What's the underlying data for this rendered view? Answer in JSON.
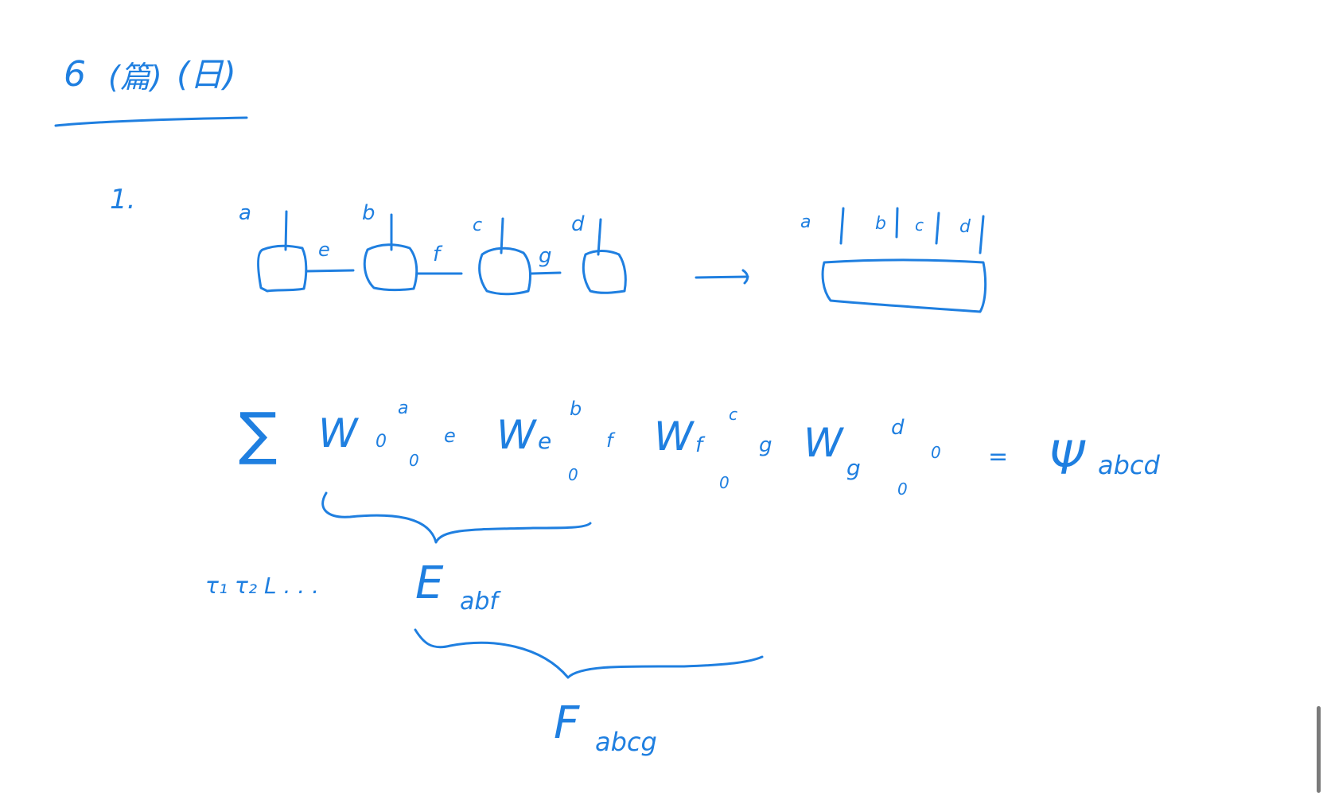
{
  "canvas": {
    "background": "#ffffff",
    "ink_color": "#1f7fe0"
  },
  "title": {
    "number": "6",
    "hanzi_1": "(篇)",
    "hanzi_2": "(日)"
  },
  "item_marker": "1.",
  "tensor_chain": {
    "site_labels": [
      "a",
      "b",
      "c",
      "d"
    ],
    "bond_labels": [
      "e",
      "f",
      "g"
    ]
  },
  "merged_tensor": {
    "leg_labels": [
      "a",
      "b",
      "c",
      "d"
    ]
  },
  "equation": {
    "sum_symbol": "∑",
    "terms": [
      {
        "base": "W",
        "sup": "a",
        "sub": "0",
        "right": "e",
        "bottom": "0"
      },
      {
        "base": "W",
        "sup": "b",
        "sub": "e",
        "right": "f",
        "bottom": "0"
      },
      {
        "base": "W",
        "sup": "c",
        "sub": "f",
        "right": "g",
        "bottom": "0"
      },
      {
        "base": "W",
        "sup": "d",
        "sub": "g",
        "right": "0",
        "bottom": "0"
      }
    ],
    "equals": "=",
    "result_symbol": "Ψ",
    "result_indices": "abcd"
  },
  "brace_1_label": {
    "base": "E",
    "indices": "abf"
  },
  "side_note": "τ₁ τ₂ L . . .",
  "brace_2_label": {
    "base": "F",
    "indices": "abcg"
  }
}
